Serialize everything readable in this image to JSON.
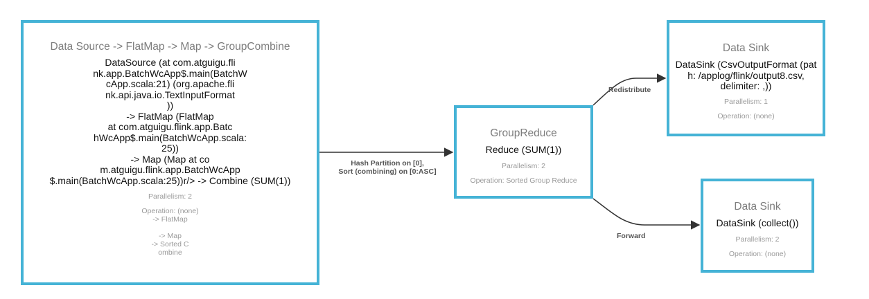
{
  "colors": {
    "node_border": "#45b3d6",
    "edge": "#333333",
    "title_text": "#7d7d7d",
    "meta_text": "#9a9a9a"
  },
  "nodes": {
    "source": {
      "title": "Data Source -> FlatMap -> Map -> GroupCombine",
      "description_lines": [
        "DataSource (at com.atguigu.fli",
        "nk.app.BatchWcApp$.main(BatchW",
        "cApp.scala:21) (org.apache.fli",
        "nk.api.java.io.TextInputFormat",
        "))",
        "-> FlatMap (FlatMap",
        "at com.atguigu.flink.app.Batc",
        "hWcApp$.main(BatchWcApp.scala:",
        "25))",
        "-> Map (Map at co",
        "m.atguigu.flink.app.BatchWcApp",
        "$.main(BatchWcApp.scala:25))r/> -> Combine (SUM(1))"
      ],
      "parallelism": "Parallelism: 2",
      "operation_lines": [
        "Operation: (none)",
        "-> FlatMap",
        "",
        "-> Map",
        "-> Sorted C",
        "ombine"
      ]
    },
    "reduce": {
      "title": "GroupReduce",
      "description_lines": [
        "Reduce (SUM(1))"
      ],
      "parallelism": "Parallelism: 2",
      "operation_lines": [
        "Operation: Sorted Group Reduce"
      ]
    },
    "sink_csv": {
      "title": "Data Sink",
      "description_lines": [
        "DataSink (CsvOutputFormat (pat",
        "h: /applog/flink/output8.csv,",
        "delimiter: ,))"
      ],
      "parallelism": "Parallelism: 1",
      "operation_lines": [
        "Operation: (none)"
      ]
    },
    "sink_collect": {
      "title": "Data Sink",
      "description_lines": [
        "DataSink (collect())"
      ],
      "parallelism": "Parallelism: 2",
      "operation_lines": [
        "Operation: (none)"
      ]
    }
  },
  "edges": {
    "hash_partition": {
      "label": "Hash Partition on [0],\nSort (combining) on [0:ASC]"
    },
    "redistribute": {
      "label": "Redistribute"
    },
    "forward": {
      "label": "Forward"
    }
  }
}
